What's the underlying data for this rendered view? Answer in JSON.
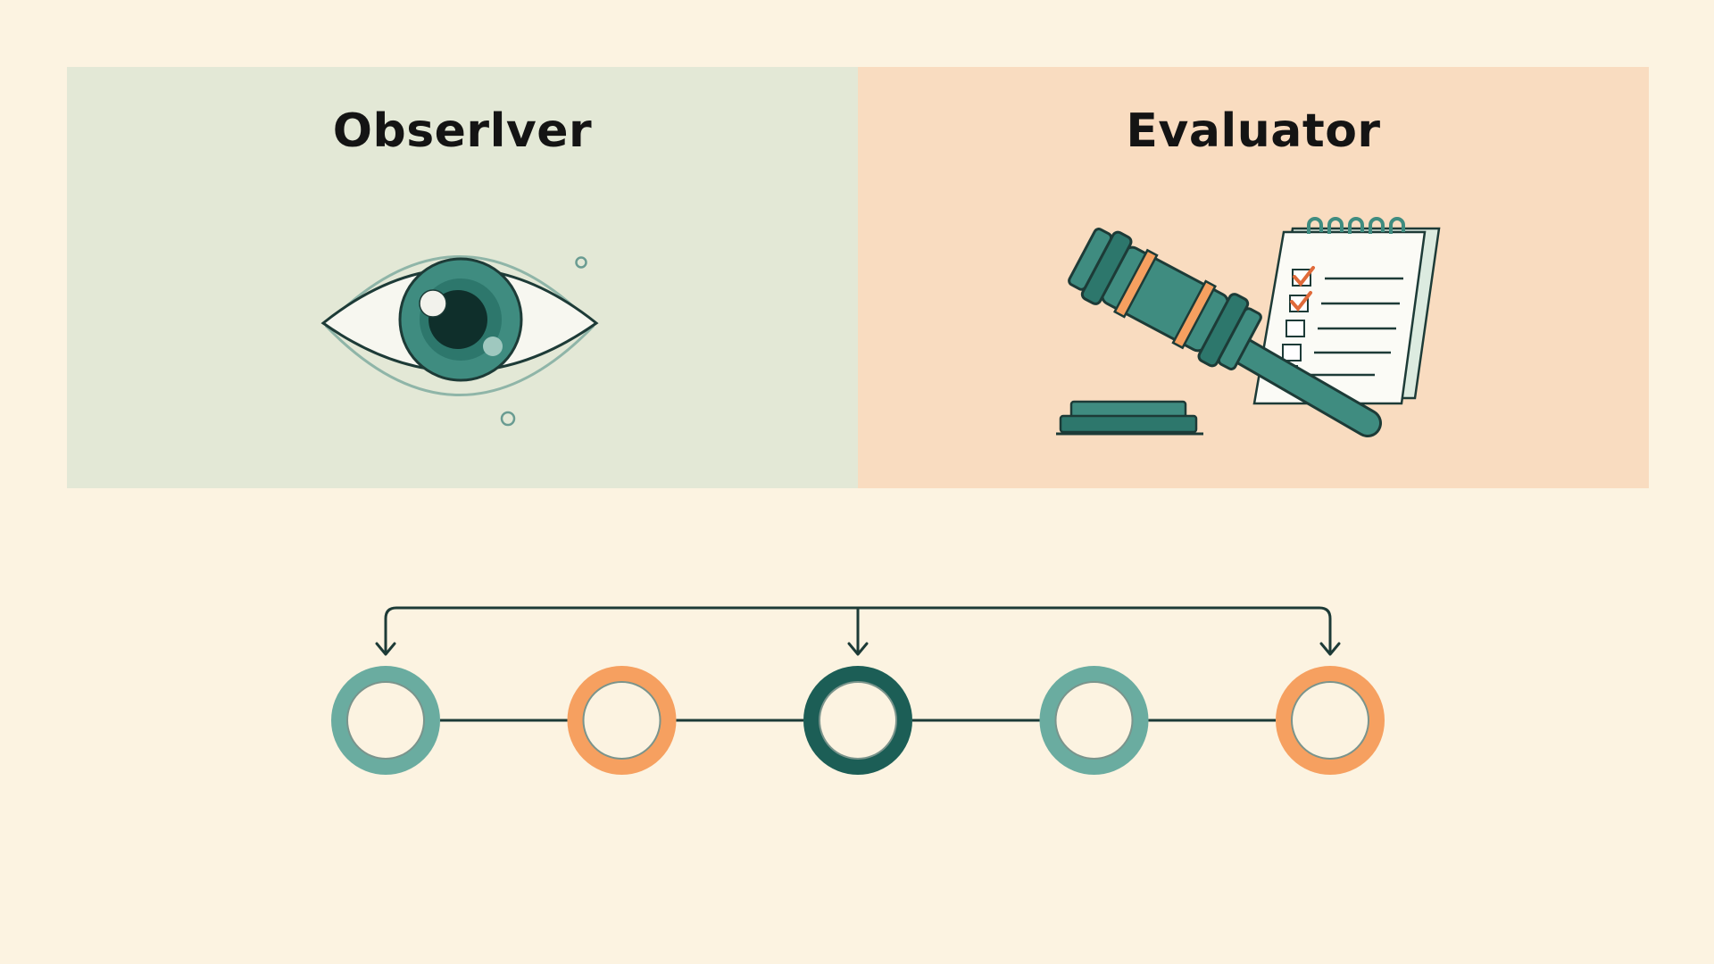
{
  "panels": {
    "left": {
      "title": "Obserlver",
      "icon": "eye-icon"
    },
    "right": {
      "title": "Evaluator",
      "icon": "gavel-checklist-icon"
    }
  },
  "flow": {
    "nodes": [
      {
        "style": "teal-light"
      },
      {
        "style": "orange"
      },
      {
        "style": "teal-dark"
      },
      {
        "style": "teal-light"
      },
      {
        "style": "orange"
      }
    ],
    "arrows_into_nodes": [
      1,
      3,
      5
    ]
  },
  "colors": {
    "background": "#fcf3e1",
    "observer_panel": "#e3e8d6",
    "evaluator_panel": "#f9dcc0",
    "teal_light": "#6aaca0",
    "teal": "#3f8c80",
    "teal_dark": "#1c5e56",
    "orange": "#f6a060",
    "ink": "#1d3b37"
  }
}
